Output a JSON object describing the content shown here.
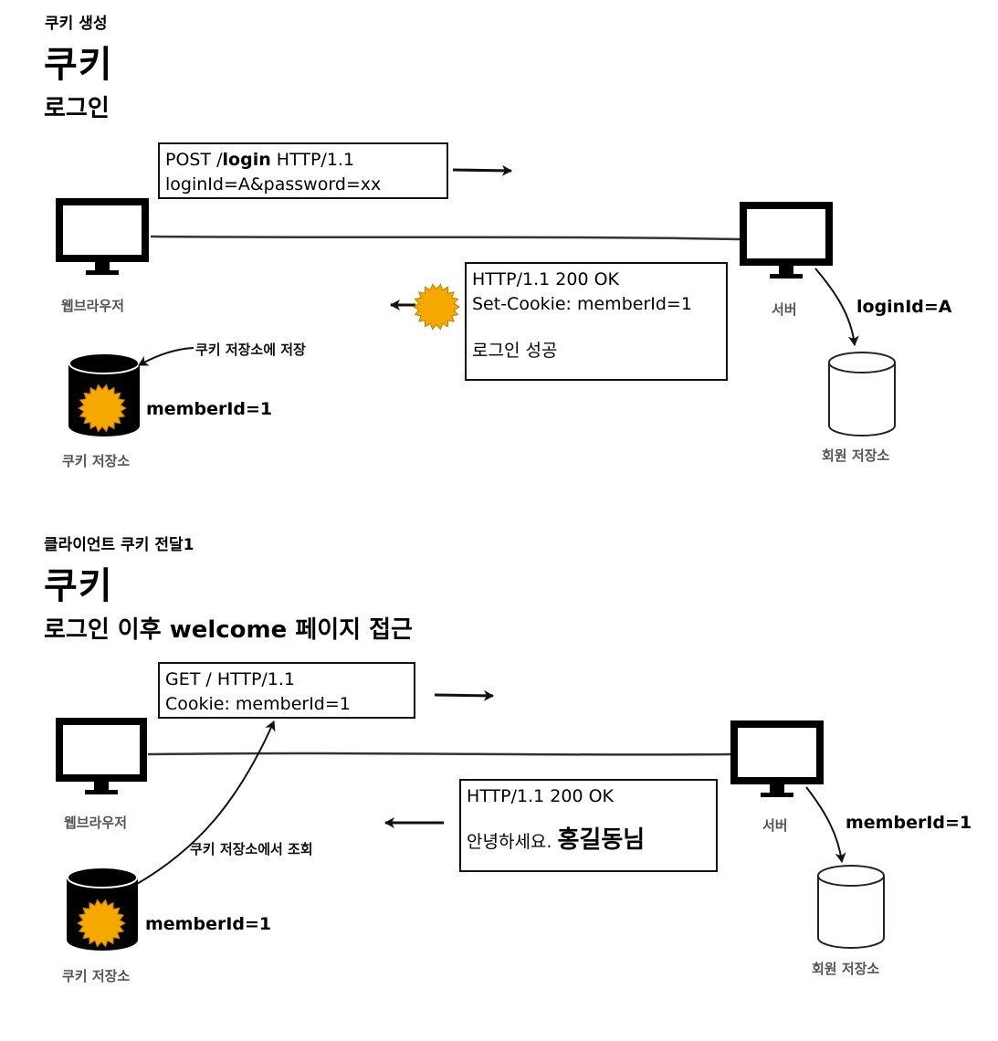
{
  "section1": {
    "label": "쿠키 생성",
    "title": "쿠키",
    "subtitle": "로그인",
    "request": {
      "method": "POST /",
      "path": "login",
      "version": " HTTP/1.1",
      "line2": "loginId=A&password=xx"
    },
    "response": {
      "line1": "HTTP/1.1 200 OK",
      "line2": "Set-Cookie: memberId=1",
      "line3": "로그인 성공"
    },
    "browser_label": "웹브라우저",
    "server_label": "서버",
    "server_query": "loginId=A",
    "store_note": "쿠키 저장소에 저장",
    "cookie_value": "memberId=1",
    "cookie_store_label": "쿠키 저장소",
    "member_store_label": "회원 저장소"
  },
  "section2": {
    "label": "클라이언트 쿠키 전달1",
    "title": "쿠키",
    "subtitle": "로그인 이후 welcome 페이지 접근",
    "request": {
      "line1": "GET / HTTP/1.1",
      "line2": "Cookie: memberId=1"
    },
    "response": {
      "line1": "HTTP/1.1 200 OK",
      "greeting": "안녕하세요.",
      "name": "홍길동님"
    },
    "browser_label": "웹브라우저",
    "server_label": "서버",
    "server_query": "memberId=1",
    "lookup_note": "쿠키 저장소에서 조회",
    "cookie_value": "memberId=1",
    "cookie_store_label": "쿠키 저장소",
    "member_store_label": "회원 저장소"
  },
  "colors": {
    "cookie_fill": "#f5a800",
    "cookie_stroke": "#c47c00",
    "ink": "#111111"
  }
}
